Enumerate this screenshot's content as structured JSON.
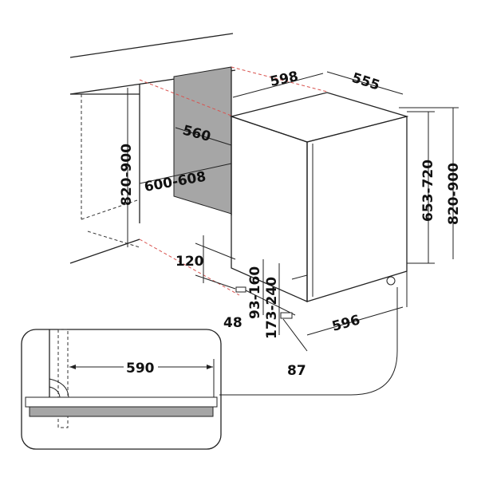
{
  "dimensions": {
    "width_top": "598",
    "depth_top": "555",
    "niche_depth": "560",
    "niche_width": "600-608",
    "niche_height": "820-900",
    "body_height": "653-720",
    "total_height": "820-900",
    "plinth_height": "120",
    "foot_offset": "48",
    "plinth_range_a": "93-160",
    "plinth_range_b": "173-240",
    "bottom_width": "596",
    "foot_depth": "87",
    "inset_width": "590"
  },
  "colors": {
    "line": "#222222",
    "guide": "#d9534f",
    "panel": "#a6a6a6"
  }
}
